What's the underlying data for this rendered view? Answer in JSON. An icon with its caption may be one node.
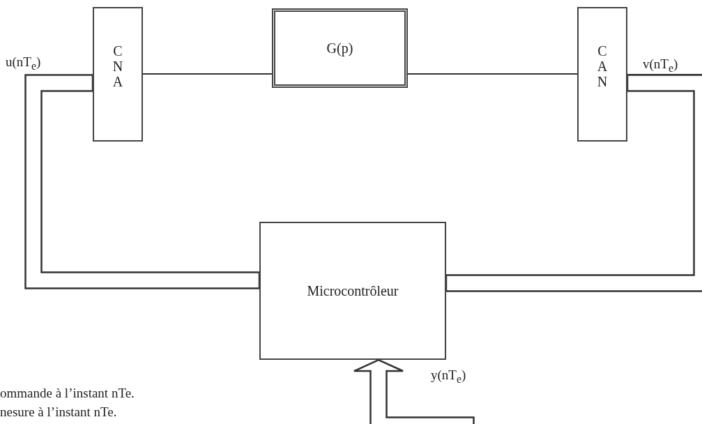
{
  "diagram": {
    "nodes": [
      {
        "text": [
          "CNA"
        ]
      },
      {
        "text": [
          "G(p)"
        ]
      },
      {
        "text": [
          "CAN"
        ]
      },
      {
        "text": [
          "Microcontrôleur"
        ]
      }
    ],
    "edges": [
      {
        "from": 0,
        "to": 1,
        "arrow": "none"
      },
      {
        "from": 1,
        "to": 2,
        "arrow": "none"
      },
      {
        "from": 2,
        "to": null,
        "arrow": "none",
        "label": "v(nT$_{e}$)"
      },
      {
        "from": 3,
        "to": 0,
        "arrow": "none",
        "style": "thick"
      },
      {
        "from": 2,
        "to": 3,
        "arrow": "none",
        "style": "thick"
      },
      {
        "from": null,
        "to": 3,
        "arrow": "to",
        "style": "thick",
        "label": "y(nT$_{e}$)"
      }
    ],
    "labels": [
      "u(nT$_{e}$)",
      "ommande à l’instant nTe.",
      "nesure à l’instant nTe."
    ]
  }
}
